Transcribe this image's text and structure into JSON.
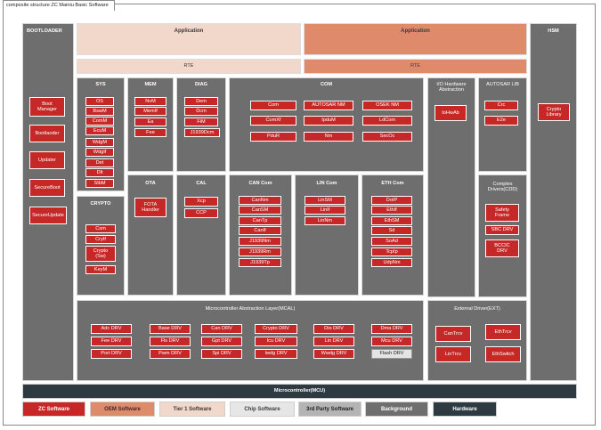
{
  "header_title": "composite structure ZC Mainiu Basic Software",
  "bootloader": {
    "title": "BOOTLOADER",
    "items": [
      "Boot\nManager",
      "Bootlaoder",
      "Updater",
      "SecureBoot",
      "SecureUpdate"
    ]
  },
  "hsm": {
    "title": "HSM",
    "items": [
      "Crypto\nLibrary"
    ]
  },
  "application": {
    "left": "Application",
    "right": "Application"
  },
  "rte": {
    "left": "RTE",
    "right": "RTE"
  },
  "sys": {
    "title": "SYS",
    "items": [
      "OS",
      "BswM",
      "ComM",
      "EcuM",
      "WdgM",
      "WdgIf",
      "Det",
      "Dlt",
      "StbM"
    ]
  },
  "mem": {
    "title": "MEM",
    "items": [
      "NvM",
      "MemIf",
      "Ea",
      "Fee"
    ]
  },
  "diag": {
    "title": "DIAG",
    "items": [
      "Dem",
      "Dcm",
      "FiM",
      "J1939Dcm"
    ]
  },
  "com": {
    "title": "COM",
    "items": [
      "Com",
      "AUTOSAR NM",
      "OSEK NM",
      "ComXf",
      "IpduM",
      "LdCom",
      "PduR",
      "Nm",
      "SecOc"
    ]
  },
  "io": {
    "title": "I/O Hardware\nAbstraction",
    "items": [
      "IoHwAb"
    ]
  },
  "autosar_lib": {
    "title": "AUTOSAR LIB",
    "items": [
      "Crc",
      "E2e"
    ]
  },
  "cdd": {
    "title": "Complex\nDrivers(CDD)",
    "items": [
      "Safety\nFrame",
      "SBC DRV",
      "BCCIC\nDRV"
    ]
  },
  "crypto": {
    "title": "CRYPTO",
    "items": [
      "Csm",
      "CryIf",
      "Crypto\n(Sw)",
      "KeyM"
    ]
  },
  "ota": {
    "title": "OTA",
    "items": [
      "FOTA\nHandler"
    ]
  },
  "cal": {
    "title": "CAL",
    "items": [
      "Xcp",
      "CCP"
    ]
  },
  "can_com": {
    "title": "CAN Com",
    "items": [
      "CanNm",
      "CanSM",
      "CanTp",
      "CanIf",
      "J1939Nm",
      "J1939Rm",
      "J1939Tp"
    ]
  },
  "lin_com": {
    "title": "LIN Com",
    "items": [
      "LinSM",
      "LinIf",
      "LinNm"
    ]
  },
  "eth_com": {
    "title": "ETH Com",
    "items": [
      "DoIP",
      "EthIf",
      "EthSM",
      "Sd",
      "SoAd",
      "TcpIp",
      "UdpNm"
    ]
  },
  "mcal": {
    "title": "Microcontroller Abstraction Layer(MCAL)",
    "items": [
      "Adc DRV",
      "Base DRV",
      "Can DRV",
      "Crypto DRV",
      "Dio DRV",
      "Dma DRV",
      "Fee DRV",
      "Fls DRV",
      "Gpt DRV",
      "Icu DRV",
      "Lin DRV",
      "Mcu DRV",
      "Port DRV",
      "Pwm DRV",
      "Spi DRV",
      "Iwdg DRV",
      "Wwdg DRV",
      "Flash DRV"
    ]
  },
  "ext": {
    "title": "External Driver(EXT)",
    "items": [
      "CanTrcv",
      "EthTrcv",
      "LinTrcv",
      "EthSwitch"
    ]
  },
  "mcu": {
    "title": "Microcontroller(MCU)"
  },
  "legend": [
    {
      "label": "ZC Software",
      "bg": "#c62828",
      "fg": "#ffffff"
    },
    {
      "label": "OEM Software",
      "bg": "#e08a6c",
      "fg": "#3a2a2a"
    },
    {
      "label": "Tier 1 Software",
      "bg": "#f2d7cb",
      "fg": "#3a3a3a"
    },
    {
      "label": "Chip Software",
      "bg": "#e6e6e6",
      "fg": "#3a3a3a"
    },
    {
      "label": "3rd Party Software",
      "bg": "#b4b4b4",
      "fg": "#222222"
    },
    {
      "label": "Background",
      "bg": "#6e6e6e",
      "fg": "#ffffff"
    },
    {
      "label": "Hardware",
      "bg": "#2d3a42",
      "fg": "#ffffff"
    }
  ],
  "colors": {
    "zc_red": "#c62828",
    "panel": "#6e6e6e",
    "hardware": "#2d3a42",
    "oem": "#e08a6c",
    "tier1": "#f2d7cb"
  }
}
